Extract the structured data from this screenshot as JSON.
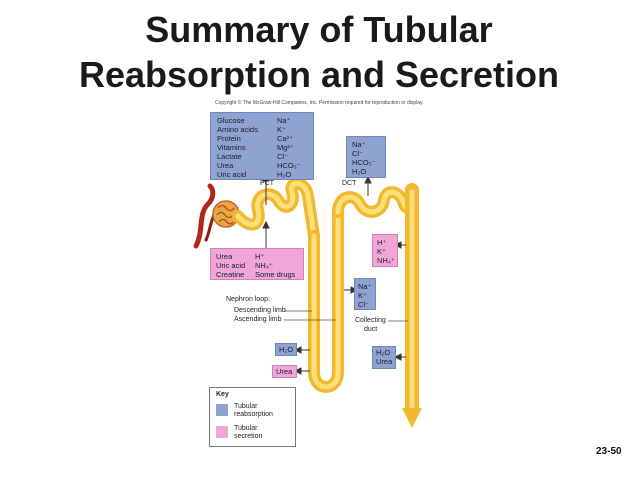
{
  "title_line1": "Summary of Tubular",
  "title_line2": "Reabsorption and Secretion",
  "copyright": "Copyright © The McGraw-Hill Companies, Inc. Permission required for reproduction or display.",
  "pct_reabsorption": {
    "left": [
      "Glucose",
      "Amino acids",
      "Protein",
      "Vitamins",
      "Lactate",
      "Urea",
      "Uric acid"
    ],
    "right": [
      "Na⁺",
      "K⁺",
      "Ca²⁺",
      "Mg²⁺",
      "Cl⁻",
      "HCO₃⁻",
      "H₂O"
    ]
  },
  "dct_reabsorption": [
    "Na⁺",
    "Cl⁻",
    "HCO₃⁻",
    "H₂O"
  ],
  "pct_secretion": {
    "left": [
      "Urea",
      "Uric acid",
      "Creatine"
    ],
    "right": [
      "H⁺",
      "NH₄⁺",
      "Some drugs"
    ]
  },
  "dct_secretion": [
    "H⁺",
    "K⁺",
    "NH₄⁺"
  ],
  "ascending_reabsorption": [
    "Na⁺",
    "K⁺",
    "Cl⁻"
  ],
  "descending_water": "H₂O",
  "descending_urea": "Urea",
  "collecting_reabsorption": [
    "H₂O",
    "Urea"
  ],
  "labels": {
    "pct": "PCT",
    "dct": "DCT",
    "nephron_loop": "Nephron loop:",
    "descending": "Descending limb",
    "ascending": "Ascending limb",
    "collecting1": "Collecting",
    "collecting2": "duct"
  },
  "key": {
    "title": "Key",
    "reab1": "Tubular",
    "reab2": "reabsorption",
    "sec1": "Tubular",
    "sec2": "secretion"
  },
  "slide_number": "23-50",
  "colors": {
    "reabsorption": "#8fa3d1",
    "secretion": "#f0a6d6",
    "tubule": "#f6c43a",
    "tubule_light": "#fbe07a",
    "glomerulus": "#d8861e",
    "vessel_red": "#b3261e"
  }
}
